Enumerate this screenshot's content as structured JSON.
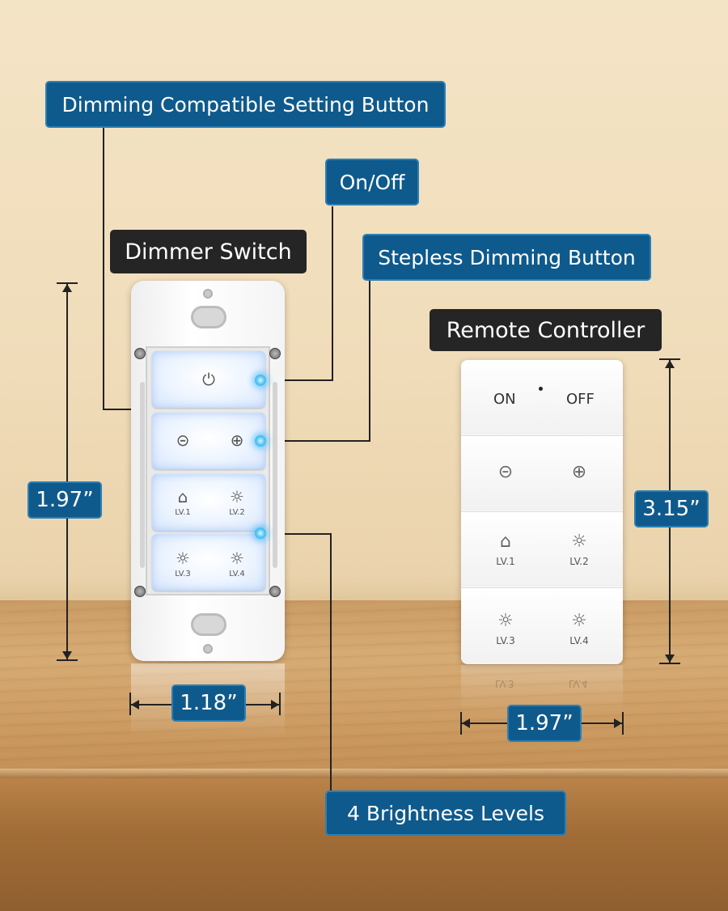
{
  "callouts": {
    "dimming_compatible": "Dimming Compatible Setting Button",
    "on_off": "On/Off",
    "stepless": "Stepless Dimming Button",
    "brightness_levels": "4 Brightness Levels"
  },
  "titles": {
    "dimmer_switch": "Dimmer Switch",
    "remote_controller": "Remote Controller"
  },
  "dimensions": {
    "switch_height": "1.97”",
    "switch_width": "1.18”",
    "remote_height": "3.15”",
    "remote_width": "1.97”"
  },
  "switch_keys": {
    "power_icon": "⏻",
    "dim_down_icon": "⊝",
    "dim_up_icon": "⊕",
    "lv1_icon": "⌂",
    "lv2_icon": "☼",
    "lv3_icon": "☼",
    "lv4_icon": "☼",
    "lv1": "LV.1",
    "lv2": "LV.2",
    "lv3": "LV.3",
    "lv4": "LV.4"
  },
  "remote_keys": {
    "on": "ON",
    "off": "OFF",
    "dim_down_icon": "⊝",
    "dim_up_icon": "⊕",
    "lv1_icon": "⌂",
    "lv2_icon": "☼",
    "lv3_icon": "☼",
    "lv4_icon": "☼",
    "lv1": "LV.1",
    "lv2": "LV.2",
    "lv3": "LV.3",
    "lv4": "LV.4"
  },
  "colors": {
    "callout_blue": "#0f5a8c",
    "title_dark": "#252525",
    "indicator_blue": "#1a9ee0"
  }
}
